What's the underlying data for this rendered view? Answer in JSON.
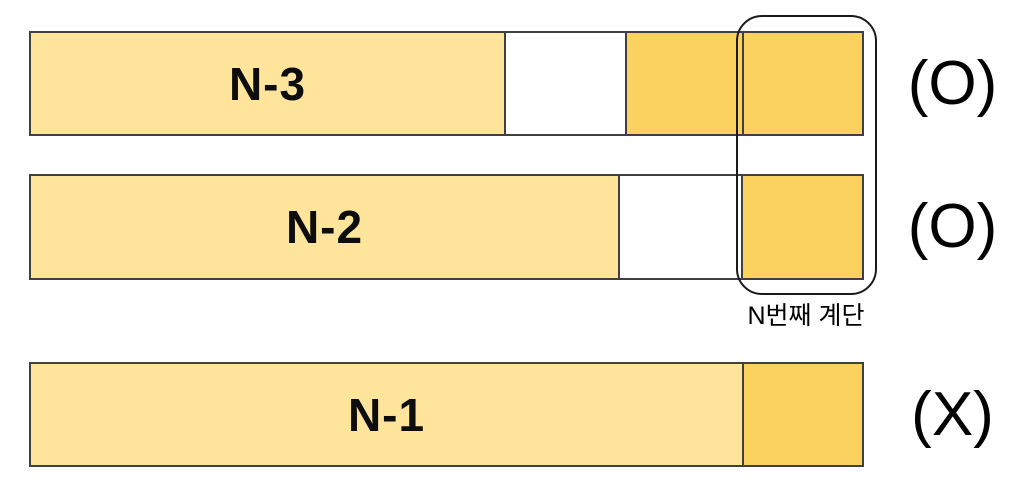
{
  "colors": {
    "step_light": "#FFE59B",
    "step_dark": "#FBD25F",
    "skipped": "#FFFFFF",
    "bar_border": "#404040",
    "outline": "#1A1A1A"
  },
  "rows": [
    {
      "id": "n-3",
      "label": "N-3",
      "mark": "(O)",
      "segments": [
        "reached-run",
        "skipped-stair",
        "stepped-stair",
        "nth-stair"
      ]
    },
    {
      "id": "n-2",
      "label": "N-2",
      "mark": "(O)",
      "segments": [
        "reached-run",
        "skipped-stair",
        "nth-stair"
      ]
    },
    {
      "id": "n-1",
      "label": "N-1",
      "mark": "(X)",
      "segments": [
        "reached-run",
        "nth-stair"
      ]
    }
  ],
  "callout": {
    "label": "N번째 계단"
  }
}
